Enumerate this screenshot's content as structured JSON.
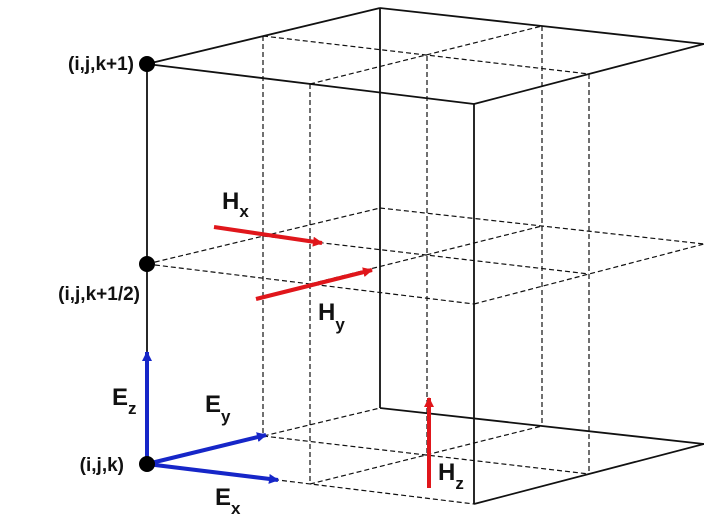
{
  "nodes": {
    "top": "(i,j,k+1)",
    "mid": "(i,j,k+1/2)",
    "bottom": "(i,j,k)"
  },
  "field_labels": {
    "hx": {
      "base": "H",
      "sub": "x"
    },
    "hy": {
      "base": "H",
      "sub": "y"
    },
    "hz": {
      "base": "H",
      "sub": "z"
    },
    "ex": {
      "base": "E",
      "sub": "x"
    },
    "ey": {
      "base": "E",
      "sub": "y"
    },
    "ez": {
      "base": "E",
      "sub": "z"
    }
  },
  "colors": {
    "lines": "#111111",
    "magnetic": "#e0161b",
    "electric": "#1626c8",
    "node": "#000000"
  }
}
